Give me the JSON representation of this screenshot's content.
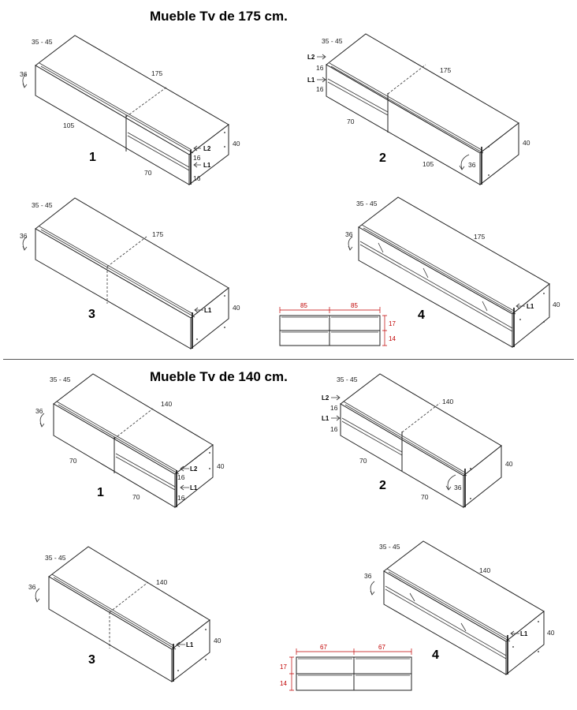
{
  "sections": [
    {
      "title": "Mueble Tv de 175 cm.",
      "variants": [
        {
          "number": "1",
          "depth": "35 - 45",
          "length": "175",
          "height": "40",
          "flap": "36",
          "left_width": "105",
          "right_width": "70",
          "drawer_heights": [
            "16",
            "16"
          ],
          "labels": [
            "L2",
            "L1"
          ]
        },
        {
          "number": "2",
          "depth": "35 - 45",
          "length": "175",
          "height": "40",
          "flap": "36",
          "left_width": "70",
          "right_width": "105",
          "drawer_heights": [
            "16",
            "16"
          ],
          "labels": [
            "L2",
            "L1"
          ]
        },
        {
          "number": "3",
          "depth": "35 - 45",
          "length": "175",
          "height": "40",
          "flap": "36",
          "labels": [
            "L1"
          ]
        },
        {
          "number": "4",
          "depth": "35 - 45",
          "length": "175",
          "height": "40",
          "flap": "36",
          "labels": [
            "L1"
          ]
        }
      ],
      "front_scheme": {
        "widths": [
          "85",
          "85"
        ],
        "heights": [
          "17",
          "14"
        ]
      }
    },
    {
      "title": "Mueble Tv de 140 cm.",
      "variants": [
        {
          "number": "1",
          "depth": "35 - 45",
          "length": "140",
          "height": "40",
          "flap": "36",
          "left_width": "70",
          "right_width": "70",
          "drawer_heights": [
            "16",
            "16"
          ],
          "labels": [
            "L2",
            "L1"
          ]
        },
        {
          "number": "2",
          "depth": "35 - 45",
          "length": "140",
          "height": "40",
          "flap": "36",
          "left_width": "70",
          "right_width": "70",
          "drawer_heights": [
            "16",
            "16"
          ],
          "labels": [
            "L2",
            "L1"
          ]
        },
        {
          "number": "3",
          "depth": "35 - 45",
          "length": "140",
          "height": "40",
          "flap": "36",
          "labels": [
            "L1"
          ]
        },
        {
          "number": "4",
          "depth": "35 - 45",
          "length": "140",
          "height": "40",
          "flap": "36",
          "labels": [
            "L1"
          ]
        }
      ],
      "front_scheme": {
        "widths": [
          "67",
          "67"
        ],
        "heights": [
          "17",
          "14"
        ]
      }
    }
  ]
}
